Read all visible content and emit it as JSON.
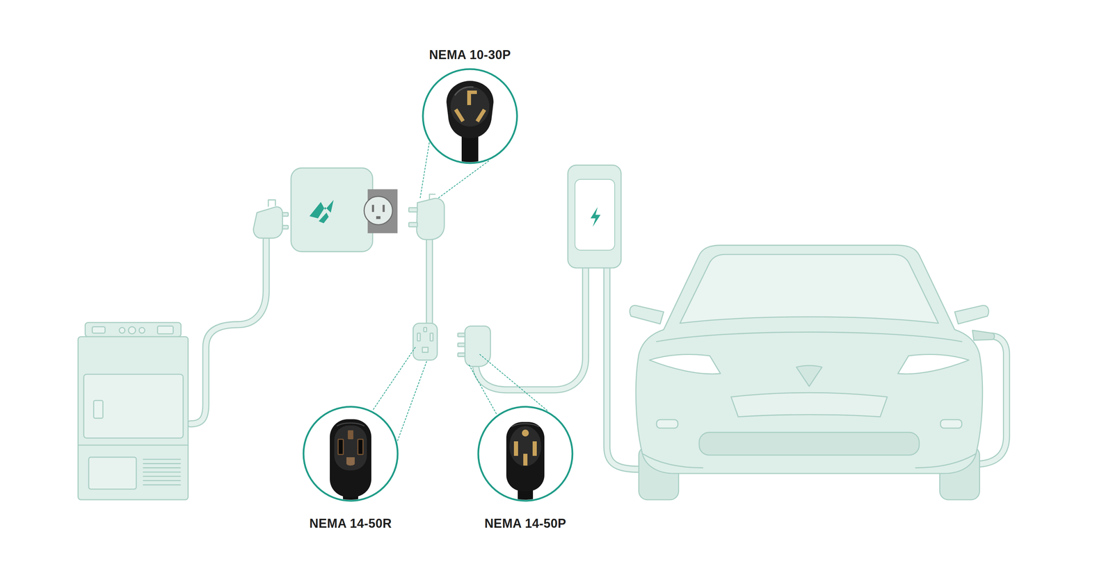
{
  "diagram": {
    "nodes": [
      {
        "text": [
          "NEMA 10-30P"
        ]
      },
      {
        "text": [
          "NEMA 14-50R"
        ]
      },
      {
        "text": [
          "NEMA 14-50P"
        ]
      }
    ]
  }
}
